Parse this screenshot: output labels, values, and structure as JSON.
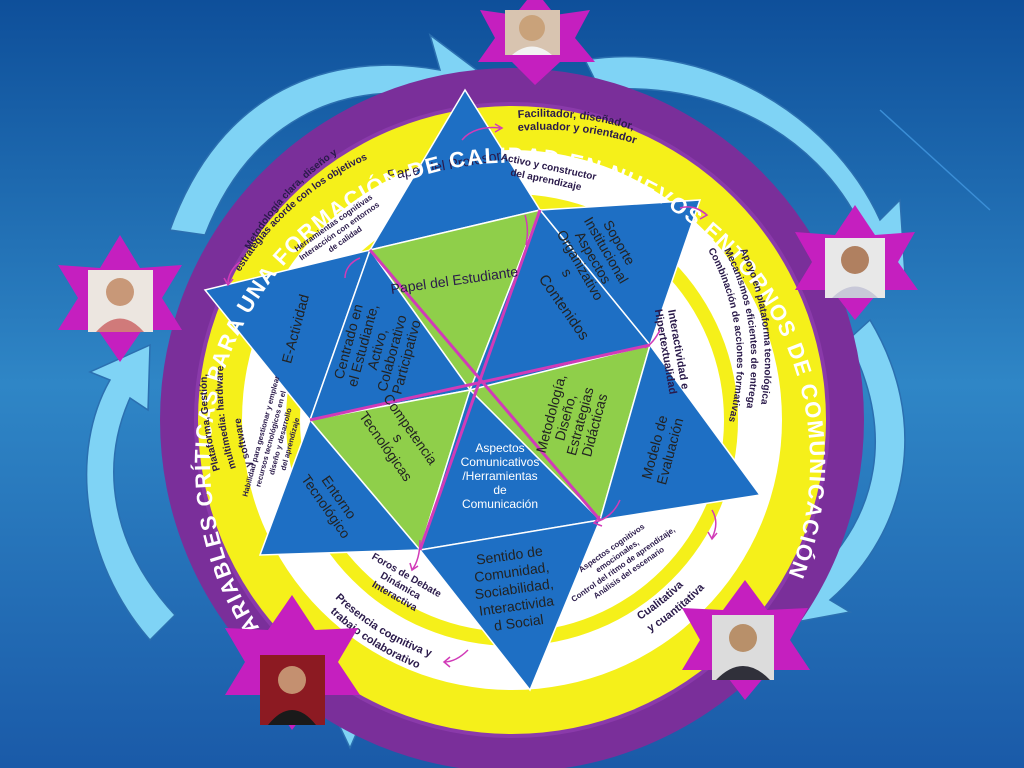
{
  "title_curved": "VARIABLES CRÍTICAS PARA UNA FORMACIÓN DE CALIDAD EN NUEVOS ENTORNOS DE COMUNICACIÓN",
  "triangles": {
    "papel_profesor": "Papel del Profesor",
    "papel_estudiante": "Papel del Estudiante",
    "soporte": [
      "Soporte",
      "Institucional",
      "Aspectos",
      "Organizativo",
      "s"
    ],
    "contenidos": "Contenidos",
    "e_actividad": "E-Actividad",
    "centrado": [
      "Centrado en",
      "el Estudiante,",
      "Activo,",
      "Colaborativo",
      "Participativo"
    ],
    "metodologia": [
      "Metodología,",
      "Diseño,",
      "Estrategias",
      "Didácticas"
    ],
    "modelo": [
      "Modelo de",
      "Evaluación"
    ],
    "competencias": [
      "Competencia",
      "s",
      "Tecnológicas"
    ],
    "entorno": [
      "Entorno",
      "Tecnológico"
    ],
    "aspectos_com": [
      "Aspectos",
      "Comunicativos",
      "/Herramientas",
      "de",
      "Comunicación"
    ],
    "sentido": [
      "Sentido de",
      "Comunidad,",
      "Sociabilidad,",
      "Interactivida",
      "d Social"
    ]
  },
  "yellow_ring": {
    "facilitador": [
      "Facilitador, diseñador,",
      "evaluador y orientador"
    ],
    "apoyo": [
      "Apoyo en plataforma tecnológica",
      "Mecanismos eficientes de entrega",
      "Combinación de acciones formativas"
    ],
    "cualitativa": [
      "Cualitativa",
      "y cuantitativa"
    ],
    "presencia": [
      "Presencia cognitiva y",
      "trabajo colaborativo"
    ],
    "plataforma": [
      "Plataforma, Gestión,",
      "multimedia: hardware",
      "y software"
    ],
    "metodologia_clara": [
      "Metodología clara, diseño y",
      "estrategias acorde con los objetivos"
    ]
  },
  "white_ring": {
    "activo": [
      "Activo y constructor",
      "del aprendizaje"
    ],
    "interactividad": [
      "Interactividad e",
      "Hipertextualidad"
    ],
    "aspectos_cog": [
      "Aspectos cognitivos",
      "emocionales,",
      "Control del ritmo de aprendizaje,",
      "Análisis del escenario"
    ],
    "foros": [
      "Foros de Debate",
      "Dinámica",
      "Interactiva"
    ],
    "habilidad": [
      "Habilidad para gestionar y emplear",
      "recursos tecnológicos en el",
      "diseño y desarrollo",
      "del aprendizaje"
    ],
    "herramientas": [
      "Herramientas cognitivas",
      "Interacción con entornos",
      "de calidad"
    ]
  },
  "colors": {
    "background": "#1a5aa8",
    "ring_purple": "#7a2f9a",
    "ring_yellow": "#f5f01a",
    "center_white": "#ffffff",
    "triangle_blue": "#1e6fc4",
    "triangle_green": "#8fcf4a",
    "star_magenta": "#c51fbf",
    "arrow_lightblue": "#7fd3f5"
  },
  "portraits": [
    "person-photo-top",
    "person-photo-right",
    "person-photo-bottom-right",
    "person-photo-bottom-left",
    "person-photo-left"
  ]
}
